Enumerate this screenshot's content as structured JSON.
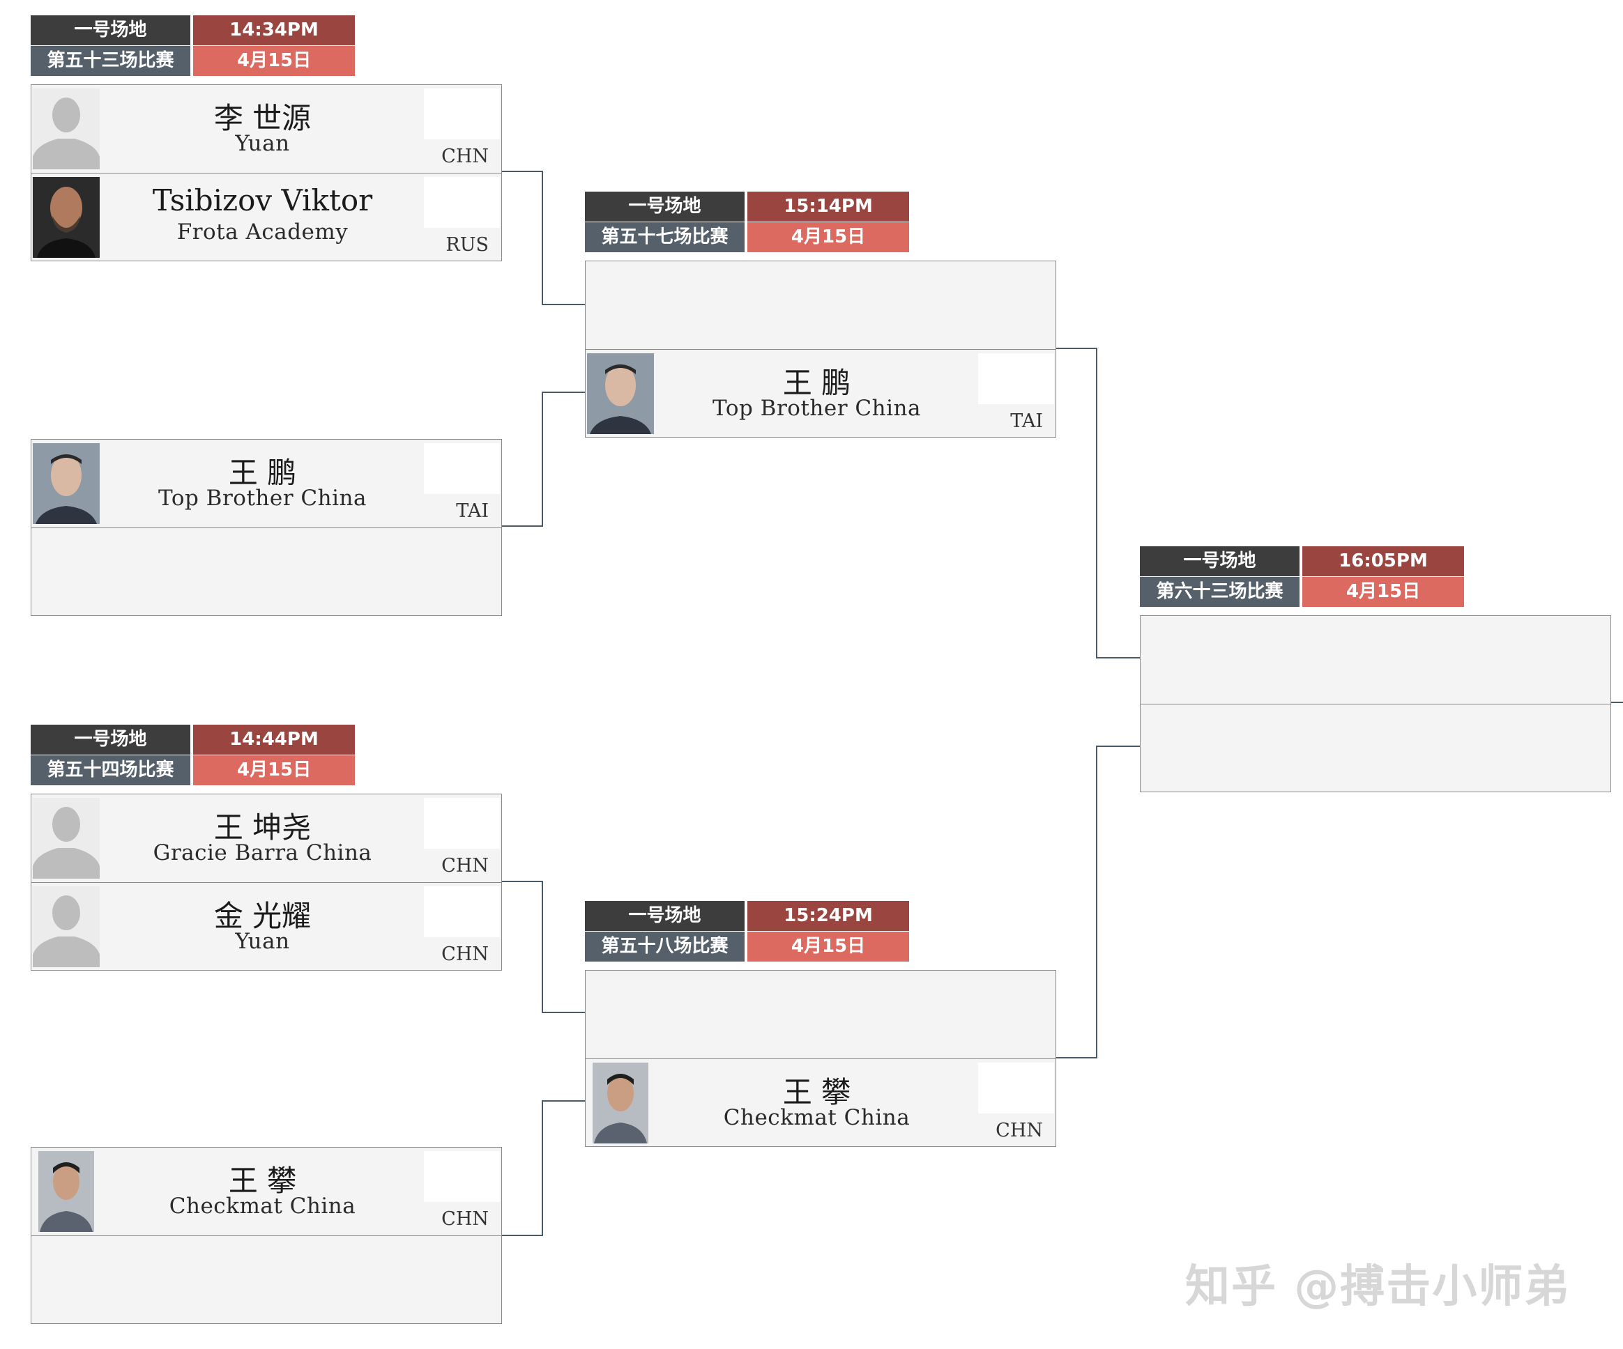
{
  "matches": [
    {
      "venue": "一号场地",
      "round": "第五十三场比赛",
      "time": "14:34PM",
      "date": "4月15日",
      "slots": [
        {
          "name": "李 世源",
          "team": "Yuan",
          "country": "CHN",
          "photo": "silhouette-icon"
        },
        {
          "name": "Tsibizov Viktor",
          "team": "Frota Academy",
          "country": "RUS",
          "photo": "fighter-photo"
        }
      ]
    },
    {
      "venue": "",
      "round": "",
      "time": "",
      "date": "",
      "slots": [
        {
          "name": "王 鹏",
          "team": "Top Brother China",
          "country": "TAI",
          "photo": "fighter-photo"
        },
        {
          "name": "",
          "team": "",
          "country": "",
          "photo": ""
        }
      ]
    },
    {
      "venue": "一号场地",
      "round": "第五十四场比赛",
      "time": "14:44PM",
      "date": "4月15日",
      "slots": [
        {
          "name": "王 坤尧",
          "team": "Gracie Barra China",
          "country": "CHN",
          "photo": "silhouette-icon"
        },
        {
          "name": "金 光耀",
          "team": "Yuan",
          "country": "CHN",
          "photo": "silhouette-icon"
        }
      ]
    },
    {
      "venue": "",
      "round": "",
      "time": "",
      "date": "",
      "slots": [
        {
          "name": "王 攀",
          "team": "Checkmat China",
          "country": "CHN",
          "photo": "fighter-photo"
        },
        {
          "name": "",
          "team": "",
          "country": "",
          "photo": ""
        }
      ]
    },
    {
      "venue": "一号场地",
      "round": "第五十七场比赛",
      "time": "15:14PM",
      "date": "4月15日",
      "slots": [
        {
          "name": "",
          "team": "",
          "country": "",
          "photo": ""
        },
        {
          "name": "王 鹏",
          "team": "Top Brother China",
          "country": "TAI",
          "photo": "fighter-photo"
        }
      ]
    },
    {
      "venue": "一号场地",
      "round": "第五十八场比赛",
      "time": "15:24PM",
      "date": "4月15日",
      "slots": [
        {
          "name": "",
          "team": "",
          "country": "",
          "photo": ""
        },
        {
          "name": "王 攀",
          "team": "Checkmat China",
          "country": "CHN",
          "photo": "fighter-photo"
        }
      ]
    },
    {
      "venue": "一号场地",
      "round": "第六十三场比赛",
      "time": "16:05PM",
      "date": "4月15日",
      "slots": [
        {
          "name": "",
          "team": "",
          "country": "",
          "photo": ""
        },
        {
          "name": "",
          "team": "",
          "country": "",
          "photo": ""
        }
      ]
    }
  ],
  "watermark": "知乎 @搏击小师弟",
  "colors": {
    "venue_bg": "#3d3d3d",
    "round_bg": "#56606b",
    "time_bg": "#9a4540",
    "date_bg": "#dc6a60",
    "slot_bg": "#f4f4f4",
    "connector": "#4a5a66"
  }
}
